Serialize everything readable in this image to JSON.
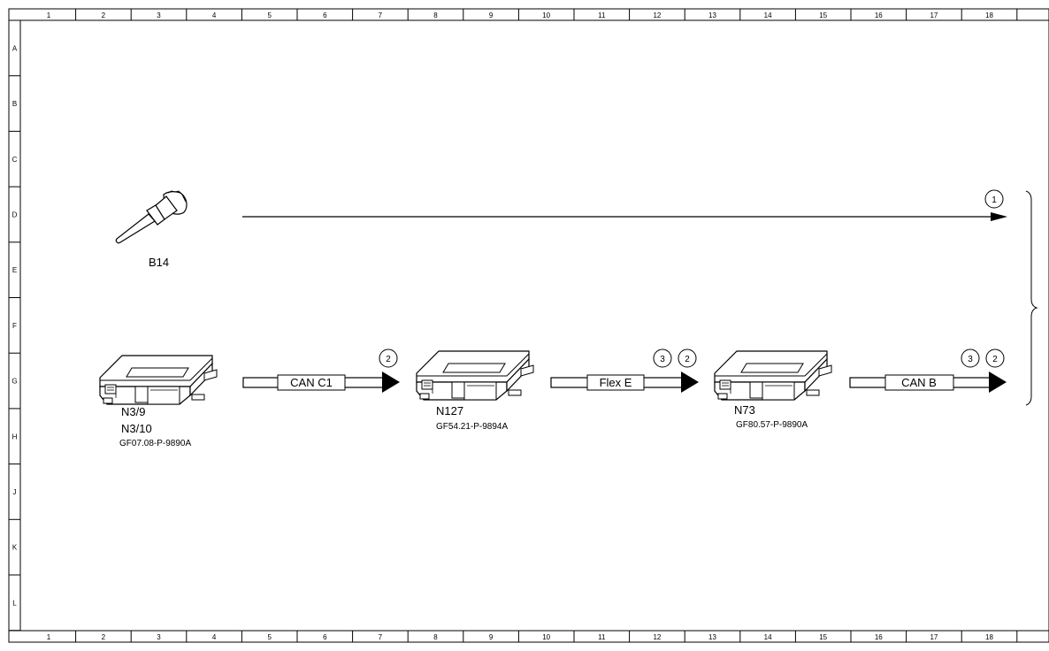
{
  "grid": {
    "columns": [
      "1",
      "2",
      "3",
      "4",
      "5",
      "6",
      "7",
      "8",
      "9",
      "10",
      "11",
      "12",
      "13",
      "14",
      "15",
      "16",
      "17",
      "18"
    ],
    "rows": [
      "A",
      "B",
      "C",
      "D",
      "E",
      "F",
      "G",
      "H",
      "J",
      "K",
      "L"
    ]
  },
  "components": {
    "sensor": {
      "label": "B14",
      "icon": "temperature-sensor-icon"
    },
    "module1": {
      "labels": [
        "N3/9",
        "N3/10"
      ],
      "code": "GF07.08-P-9890A",
      "icon": "control-module-icon"
    },
    "module2": {
      "label": "N127",
      "code": "GF54.21-P-9894A",
      "icon": "control-module-icon"
    },
    "module3": {
      "label": "N73",
      "code": "GF80.57-P-9890A",
      "icon": "control-module-icon"
    }
  },
  "buses": [
    {
      "label": "CAN C1",
      "refs": [
        "2"
      ]
    },
    {
      "label": "Flex E",
      "refs": [
        "3",
        "2"
      ]
    },
    {
      "label": "CAN B",
      "refs": [
        "3",
        "2"
      ]
    }
  ],
  "signal_line": {
    "refs": [
      "1"
    ]
  }
}
